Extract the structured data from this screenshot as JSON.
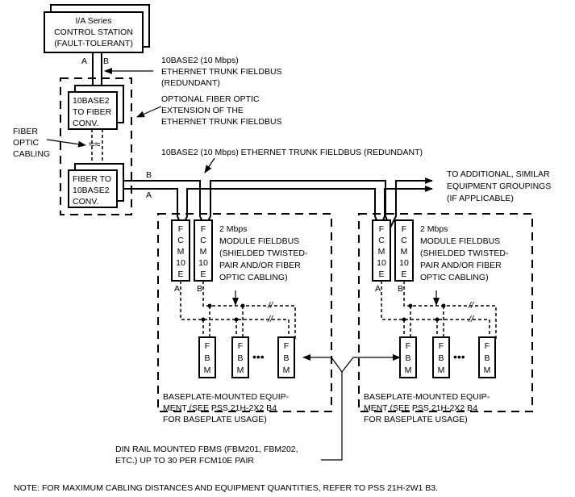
{
  "control_station": {
    "lines": [
      "I/A Series",
      "CONTROL STATION",
      "(FAULT-TOLERANT)"
    ]
  },
  "port_labels": {
    "a": "A",
    "b": "B"
  },
  "trunk_label_top": [
    "10BASE2 (10 Mbps)",
    "ETHERNET TRUNK FIELDBUS",
    "(REDUNDANT)"
  ],
  "converter_top": [
    "10BASE2",
    "TO FIBER",
    "CONV."
  ],
  "converter_bottom": [
    "FIBER TO",
    "10BASE2",
    "CONV."
  ],
  "optional_fiber_label": [
    "OPTIONAL FIBER OPTIC",
    "EXTENSION OF THE",
    "ETHERNET TRUNK FIELDBUS"
  ],
  "fiber_cabling_label": [
    "FIBER",
    "OPTIC",
    "CABLING"
  ],
  "trunk_label_mid": "10BASE2 (10 Mbps) ETHERNET TRUNK FIELDBUS (REDUNDANT)",
  "additional_label": [
    "TO ADDITIONAL, SIMILAR",
    "EQUIPMENT GROUPINGS",
    "(IF APPLICABLE)"
  ],
  "fcm_letters": [
    "F",
    "C",
    "M",
    "10",
    "E"
  ],
  "fbm_letters": [
    "F",
    "B",
    "M"
  ],
  "module_fieldbus_label": [
    "2 Mbps",
    "MODULE FIELDBUS",
    "(SHIELDED TWISTED-",
    "PAIR AND/OR FIBER",
    "OPTIC CABLING)"
  ],
  "baseplate_label": [
    "BASEPLATE-MOUNTED EQUIP-",
    "MENT (SEE PSS 21H-2X2 B4",
    "FOR BASEPLATE USAGE)"
  ],
  "din_rail_label": [
    "DIN RAIL MOUNTED FBMS (FBM201, FBM202,",
    "ETC.) UP TO 30 PER FCM10E PAIR"
  ],
  "ellipsis": "•••",
  "note": "NOTE: FOR MAXIMUM CABLING DISTANCES AND EQUIPMENT QUANTITIES, REFER TO PSS 21H-2W1 B3."
}
